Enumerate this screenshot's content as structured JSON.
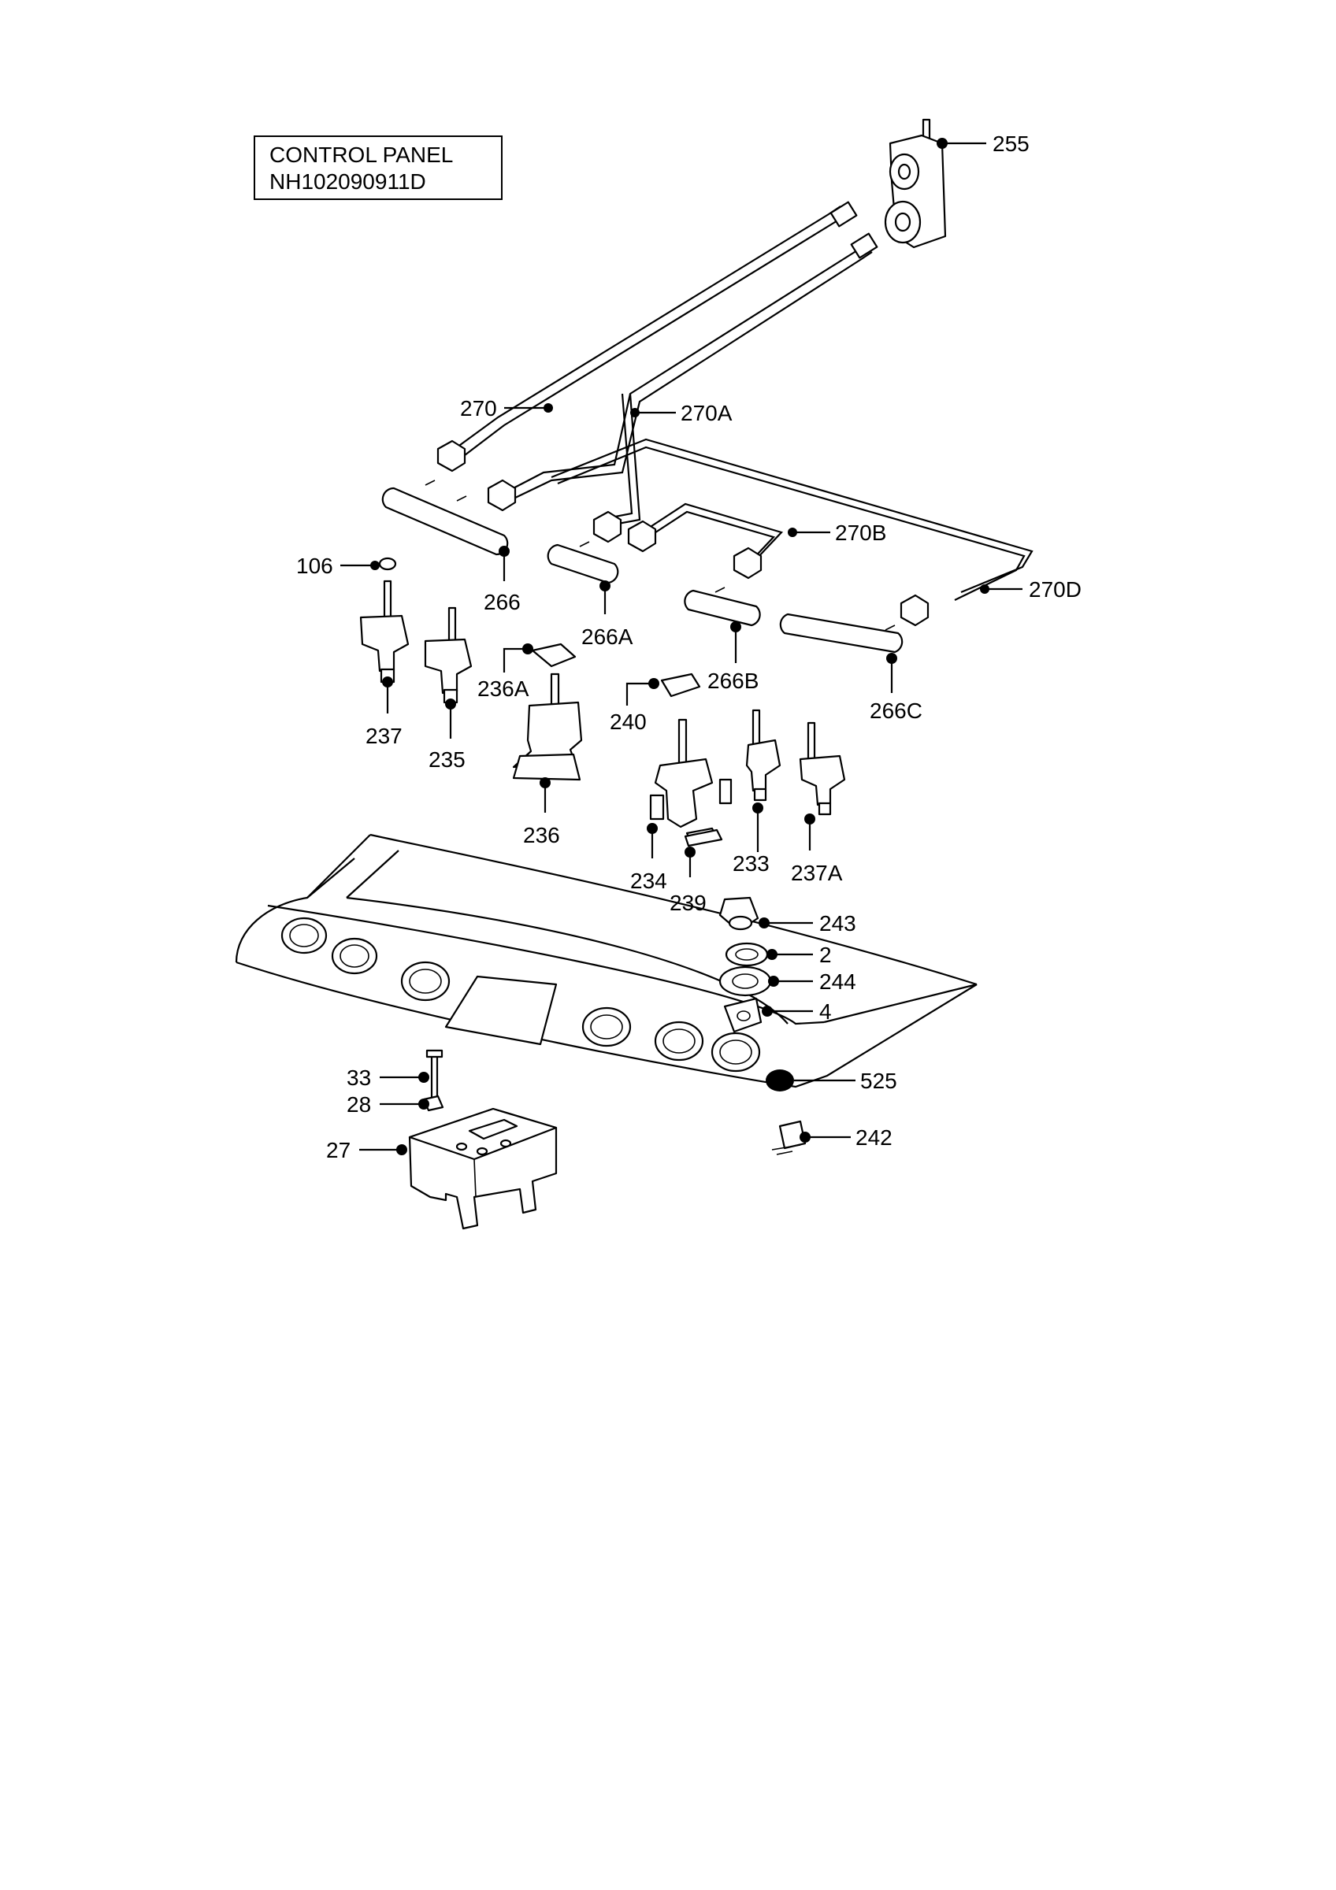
{
  "title": {
    "line1": "CONTROL PANEL",
    "line2": "NH102090911D"
  },
  "callouts": [
    {
      "id": "c255",
      "label": "255"
    },
    {
      "id": "c270",
      "label": "270"
    },
    {
      "id": "c270A",
      "label": "270A"
    },
    {
      "id": "c270B",
      "label": "270B"
    },
    {
      "id": "c270D",
      "label": "270D"
    },
    {
      "id": "c106",
      "label": "106"
    },
    {
      "id": "c266",
      "label": "266"
    },
    {
      "id": "c266A",
      "label": "266A"
    },
    {
      "id": "c266B",
      "label": "266B"
    },
    {
      "id": "c266C",
      "label": "266C"
    },
    {
      "id": "c236A",
      "label": "236A"
    },
    {
      "id": "c240",
      "label": "240"
    },
    {
      "id": "c237",
      "label": "237"
    },
    {
      "id": "c235",
      "label": "235"
    },
    {
      "id": "c236",
      "label": "236"
    },
    {
      "id": "c234",
      "label": "234"
    },
    {
      "id": "c233",
      "label": "233"
    },
    {
      "id": "c237A",
      "label": "237A"
    },
    {
      "id": "c239",
      "label": "239"
    },
    {
      "id": "c243",
      "label": "243"
    },
    {
      "id": "c2",
      "label": "2"
    },
    {
      "id": "c244",
      "label": "244"
    },
    {
      "id": "c4",
      "label": "4"
    },
    {
      "id": "c525",
      "label": "525"
    },
    {
      "id": "c33",
      "label": "33"
    },
    {
      "id": "c28",
      "label": "28"
    },
    {
      "id": "c27",
      "label": "27"
    },
    {
      "id": "c242",
      "label": "242"
    }
  ]
}
